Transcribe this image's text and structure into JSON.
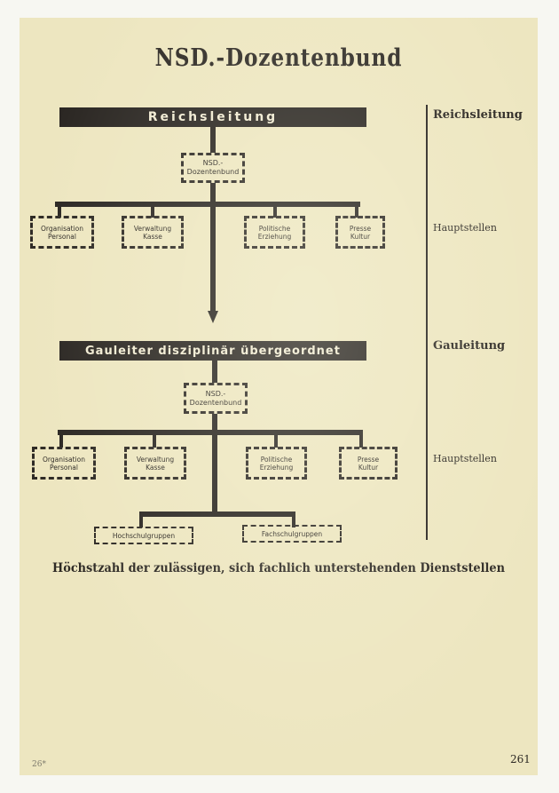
{
  "title": "NSD.-Dozentenbund",
  "reich": {
    "header": "Reichsleitung",
    "center": "NSD.-\nDozentenbund",
    "departments": [
      "Organisation\nPersonal",
      "Verwaltung\nKasse",
      "Politische\nErziehung",
      "Presse\nKultur"
    ]
  },
  "gau": {
    "header": "Gauleiter disziplinär übergeordnet",
    "center": "NSD.-\nDozentenbund",
    "departments": [
      "Organisation\nPersonal",
      "Verwaltung\nKasse",
      "Politische\nErziehung",
      "Presse\nKultur"
    ],
    "groups": [
      "Hochschulgruppen",
      "Fachschulgruppen"
    ]
  },
  "side_labels": [
    "Reichsleitung",
    "Hauptstellen",
    "Gauleitung",
    "Hauptstellen"
  ],
  "caption": "Höchstzahl der zulässigen, sich fachlich unterstehenden Dienststellen",
  "page_number": "261",
  "signature_mark": "26*",
  "colors": {
    "ink": "#2a2622",
    "paper": "#ede6c0"
  }
}
